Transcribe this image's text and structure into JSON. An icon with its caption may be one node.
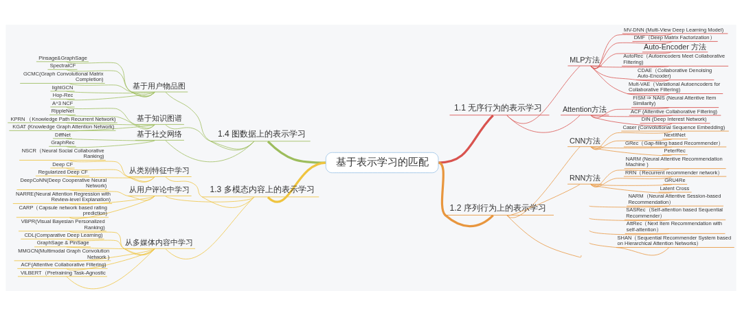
{
  "diagram": {
    "nodes": [
      {
        "text": [
          "基于表示学习的匹配"
        ]
      },
      {
        "text": [
          "1.1 无序行为的表示学习"
        ]
      },
      {
        "text": [
          "MLP方法"
        ]
      },
      {
        "text": [
          "MV-DNN (Multi-View Deep Learning Model)"
        ]
      },
      {
        "text": [
          "DMF（Deep Matrix Factorization）"
        ]
      },
      {
        "text": [
          "Auto-Encoder 方法"
        ]
      },
      {
        "text": [
          "AutoRec（Autoencoders Meet Collaborative Filtering)"
        ]
      },
      {
        "text": [
          "CDAE（Collaborative Denoising Auto-Encoder)"
        ]
      },
      {
        "text": [
          "Mult-VAE（Variational Autoencoders for Collaborative Filtering)"
        ]
      },
      {
        "text": [
          "Attention方法"
        ]
      },
      {
        "text": [
          "FISM ⇒ NAIS (Neural Attentive Item Similarity)"
        ]
      },
      {
        "text": [
          "ACF (Attentive Collaborative Filtering)"
        ]
      },
      {
        "text": [
          "DIN (Deep Interest Network)"
        ]
      },
      {
        "text": [
          "1.2 序列行为上的表示学习"
        ]
      },
      {
        "text": [
          "CNN方法"
        ]
      },
      {
        "text": [
          "Caser (Convolutional Sequence Embedding)"
        ]
      },
      {
        "text": [
          "NextItNet"
        ]
      },
      {
        "text": [
          "GRec（Gap-filling based Recommender）"
        ]
      },
      {
        "text": [
          "PeterRec"
        ]
      },
      {
        "text": [
          "RNN方法"
        ]
      },
      {
        "text": [
          "NARM (Neural Attentive Recommendation Machine )"
        ]
      },
      {
        "text": [
          "RRN（Recurrent recommender network）"
        ]
      },
      {
        "text": [
          "GRU4Re"
        ]
      },
      {
        "text": [
          "Latent Cross"
        ]
      },
      {
        "text": [
          "NARM（Neural Attentive Session-based Recommendation）"
        ]
      },
      {
        "text": [
          "SASRec（Self-attention based Sequential Recommender）"
        ]
      },
      {
        "text": [
          "AttRec（Next Item Recommendation with self-attention）"
        ]
      },
      {
        "text": [
          "SHAN（Sequential Recommender System based on Hierarchical Attention Networks）"
        ]
      },
      {
        "text": [
          "1.3 多模态内容上的表示学习"
        ]
      },
      {
        "text": [
          "从类别特征中学习"
        ]
      },
      {
        "text": [
          "NSCR（Neural Social Collaborative Ranking)"
        ]
      },
      {
        "text": [
          "Deep CF"
        ]
      },
      {
        "text": [
          "Regularized Deep CF"
        ]
      },
      {
        "text": [
          "从用户评论中学习"
        ]
      },
      {
        "text": [
          "DeepCoNN(Deep Cooperative Neural Network)"
        ]
      },
      {
        "text": [
          "NARRE(Neural Attention Regression with Review-level Explanation)"
        ]
      },
      {
        "text": [
          "CARP（Capsule network based rating prediction)"
        ]
      },
      {
        "text": [
          "从多媒体内容中学习"
        ]
      },
      {
        "text": [
          "VBPR(Visual Bayesian Personalized Ranking)"
        ]
      },
      {
        "text": [
          "CDL(Comparative Deep Learning)"
        ]
      },
      {
        "text": [
          "GraphSage & PinSage"
        ]
      },
      {
        "text": [
          "MMGCN(Multimodal Graph Convolution Network )"
        ]
      },
      {
        "text": [
          "ACF(Attentive Collaborative Filtering)"
        ]
      },
      {
        "text": [
          "ViLBERT（Pretraining Task-Agnostic"
        ]
      },
      {
        "text": [
          "1.4 图数据上的表示学习"
        ]
      },
      {
        "text": [
          "基于用户物品图"
        ]
      },
      {
        "text": [
          "Pinsage&GraphSage"
        ]
      },
      {
        "text": [
          "SpectralCF"
        ]
      },
      {
        "text": [
          "GCMC(Graph Convolutional Matrix Completion)"
        ]
      },
      {
        "text": [
          "lightGCN"
        ]
      },
      {
        "text": [
          "Hop-Rec"
        ]
      },
      {
        "text": [
          "基于知识图谱"
        ]
      },
      {
        "text": [
          "A^3 NCF"
        ]
      },
      {
        "text": [
          "RippleNet"
        ]
      },
      {
        "text": [
          "KPRN （Knowledge Path Recurrent Network)"
        ]
      },
      {
        "text": [
          "KGAT (Knowledge Graph Attention Network)"
        ]
      },
      {
        "text": [
          "基于社交网络"
        ]
      },
      {
        "text": [
          "DiffNet"
        ]
      },
      {
        "text": [
          "GraphRec"
        ]
      }
    ],
    "edges": [
      {
        "from": 0,
        "to": 1,
        "arrow": "none",
        "style": "thick",
        "color": "#d9534f"
      },
      {
        "from": 1,
        "to": 2,
        "arrow": "none",
        "color": "#d9534f"
      },
      {
        "from": 2,
        "to": 3,
        "arrow": "none",
        "color": "#d9534f"
      },
      {
        "from": 2,
        "to": 4,
        "arrow": "none",
        "color": "#d9534f"
      },
      {
        "from": 2,
        "to": 5,
        "arrow": "none",
        "color": "#d9534f"
      },
      {
        "from": 2,
        "to": 6,
        "arrow": "none",
        "color": "#d9534f"
      },
      {
        "from": 2,
        "to": 7,
        "arrow": "none",
        "color": "#d9534f"
      },
      {
        "from": 2,
        "to": 8,
        "arrow": "none",
        "color": "#d9534f"
      },
      {
        "from": 1,
        "to": 9,
        "arrow": "none",
        "color": "#d9534f"
      },
      {
        "from": 9,
        "to": 10,
        "arrow": "none",
        "color": "#d9534f"
      },
      {
        "from": 9,
        "to": 11,
        "arrow": "none",
        "color": "#d9534f"
      },
      {
        "from": 9,
        "to": 12,
        "arrow": "none",
        "color": "#d9534f"
      },
      {
        "from": 0,
        "to": 13,
        "arrow": "none",
        "style": "thick",
        "color": "#e8963e"
      },
      {
        "from": 13,
        "to": 14,
        "arrow": "none",
        "color": "#e8963e"
      },
      {
        "from": 14,
        "to": 15,
        "arrow": "none",
        "color": "#e8963e"
      },
      {
        "from": 14,
        "to": 16,
        "arrow": "none",
        "color": "#e8963e"
      },
      {
        "from": 14,
        "to": 17,
        "arrow": "none",
        "color": "#e8963e"
      },
      {
        "from": 14,
        "to": 18,
        "arrow": "none",
        "color": "#e8963e"
      },
      {
        "from": 13,
        "to": 19,
        "arrow": "none",
        "color": "#e8963e"
      },
      {
        "from": 19,
        "to": 20,
        "arrow": "none",
        "color": "#e8963e"
      },
      {
        "from": 19,
        "to": 21,
        "arrow": "none",
        "color": "#e8963e"
      },
      {
        "from": 19,
        "to": 22,
        "arrow": "none",
        "color": "#e8963e"
      },
      {
        "from": 19,
        "to": 23,
        "arrow": "none",
        "color": "#e8963e"
      },
      {
        "from": 13,
        "to": null,
        "arrow": "none",
        "color": "#e8963e"
      },
      {
        "from": null,
        "to": 24,
        "arrow": "none",
        "color": "#e8963e"
      },
      {
        "from": null,
        "to": 25,
        "arrow": "none",
        "color": "#e8963e"
      },
      {
        "from": null,
        "to": 26,
        "arrow": "none",
        "color": "#e8963e"
      },
      {
        "from": null,
        "to": 27,
        "arrow": "none",
        "color": "#e8963e"
      },
      {
        "from": 0,
        "to": 28,
        "arrow": "none",
        "style": "thick",
        "color": "#efc43f"
      },
      {
        "from": 28,
        "to": 29,
        "arrow": "none",
        "color": "#efc43f"
      },
      {
        "from": 29,
        "to": 30,
        "arrow": "none",
        "color": "#efc43f"
      },
      {
        "from": 29,
        "to": 31,
        "arrow": "none",
        "color": "#efc43f"
      },
      {
        "from": 29,
        "to": 32,
        "arrow": "none",
        "color": "#efc43f"
      },
      {
        "from": 28,
        "to": 33,
        "arrow": "none",
        "color": "#efc43f"
      },
      {
        "from": 33,
        "to": 34,
        "arrow": "none",
        "color": "#efc43f"
      },
      {
        "from": 33,
        "to": 35,
        "arrow": "none",
        "color": "#efc43f"
      },
      {
        "from": 33,
        "to": 36,
        "arrow": "none",
        "color": "#efc43f"
      },
      {
        "from": 28,
        "to": 37,
        "arrow": "none",
        "color": "#efc43f"
      },
      {
        "from": 37,
        "to": 38,
        "arrow": "none",
        "color": "#efc43f"
      },
      {
        "from": 37,
        "to": 39,
        "arrow": "none",
        "color": "#efc43f"
      },
      {
        "from": 37,
        "to": 40,
        "arrow": "none",
        "color": "#efc43f"
      },
      {
        "from": 37,
        "to": 41,
        "arrow": "none",
        "color": "#efc43f"
      },
      {
        "from": 37,
        "to": 42,
        "arrow": "none",
        "color": "#efc43f"
      },
      {
        "from": 37,
        "to": 43,
        "arrow": "none",
        "color": "#efc43f"
      },
      {
        "from": 0,
        "to": 44,
        "arrow": "none",
        "style": "thick",
        "color": "#9dbd5c"
      },
      {
        "from": 44,
        "to": 45,
        "arrow": "none",
        "color": "#9dbd5c"
      },
      {
        "from": 45,
        "to": 46,
        "arrow": "none",
        "color": "#9dbd5c"
      },
      {
        "from": 45,
        "to": 47,
        "arrow": "none",
        "color": "#9dbd5c"
      },
      {
        "from": 45,
        "to": 48,
        "arrow": "none",
        "color": "#9dbd5c"
      },
      {
        "from": 45,
        "to": 49,
        "arrow": "none",
        "color": "#9dbd5c"
      },
      {
        "from": 45,
        "to": 50,
        "arrow": "none",
        "color": "#9dbd5c"
      },
      {
        "from": 44,
        "to": 51,
        "arrow": "none",
        "color": "#9dbd5c"
      },
      {
        "from": 51,
        "to": 52,
        "arrow": "none",
        "color": "#9dbd5c"
      },
      {
        "from": 51,
        "to": 53,
        "arrow": "none",
        "color": "#9dbd5c"
      },
      {
        "from": 51,
        "to": 54,
        "arrow": "none",
        "color": "#9dbd5c"
      },
      {
        "from": 51,
        "to": 55,
        "arrow": "none",
        "color": "#9dbd5c"
      },
      {
        "from": 44,
        "to": 56,
        "arrow": "none",
        "color": "#9dbd5c"
      },
      {
        "from": 56,
        "to": 57,
        "arrow": "none",
        "color": "#9dbd5c"
      },
      {
        "from": 56,
        "to": 58,
        "arrow": "none",
        "color": "#9dbd5c"
      }
    ]
  }
}
